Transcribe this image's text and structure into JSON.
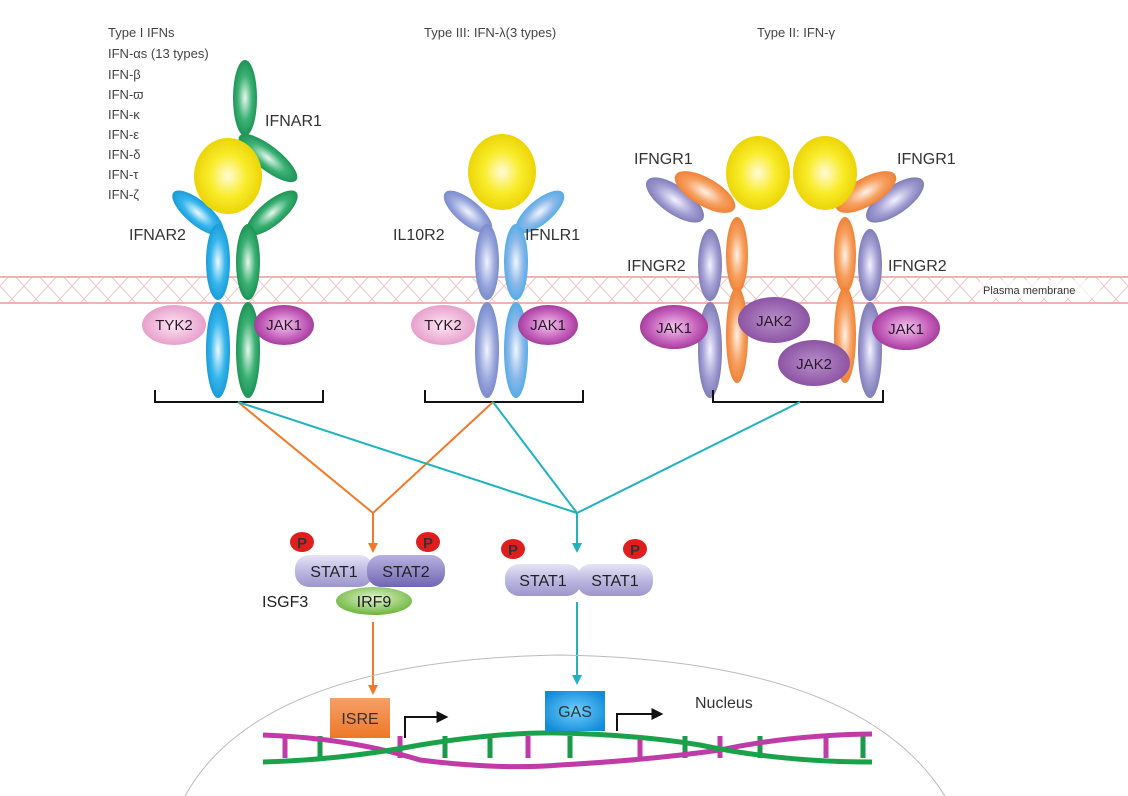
{
  "title": "Interferon signaling pathways",
  "headers": {
    "type1": "Type I IFNs",
    "type3": "Type III: IFN-λ(3 types)",
    "type2": "Type II: IFN-γ"
  },
  "type1_list": [
    "IFN-αs (13 types)",
    "IFN-β",
    "IFN-ϖ",
    "IFN-κ",
    "IFN-ε",
    "IFN-δ",
    "IFN-τ",
    "IFN-ζ"
  ],
  "receptors": {
    "ifnar1": "IFNAR1",
    "ifnar2": "IFNAR2",
    "il10r2": "IL10R2",
    "ifnlr1": "IFNLR1",
    "ifngr1_left": "IFNGR1",
    "ifngr1_right": "IFNGR1",
    "ifngr2_left": "IFNGR2",
    "ifngr2_right": "IFNGR2"
  },
  "membrane_label": "Plasma membrane",
  "kinases": {
    "tyk2_a": "TYK2",
    "jak1_a": "JAK1",
    "tyk2_b": "TYK2",
    "jak1_b": "JAK1",
    "jak1_c": "JAK1",
    "jak2_a": "JAK2",
    "jak2_b": "JAK2",
    "jak1_d": "JAK1"
  },
  "complexes": {
    "isgf3": {
      "stat_a": "STAT1",
      "stat_b": "STAT2",
      "irf9": "IRF9",
      "label": "ISGF3",
      "p": "P"
    },
    "gaf": {
      "stat_a": "STAT1",
      "stat_b": "STAT1",
      "p": "P"
    }
  },
  "nucleus": {
    "label": "Nucleus",
    "isre": "ISRE",
    "gas": "GAS"
  },
  "colors": {
    "type1_path": "#f07a2a",
    "type2_path": "#1fb3bf",
    "ligand": "#f6e400",
    "ifnar1": "#1a9a5a",
    "ifnar2": "#1aa6e0",
    "lambda_r": "#8f9fd6",
    "gamma_r1": "#f08a3a",
    "gamma_r2": "#8a86c0",
    "jak1": "#a83fa0",
    "jak2": "#8a4a9e",
    "tyk2": "#e79ac7",
    "phospho": "#e01e1e",
    "irf9": "#7cc04a",
    "isre": "#f07a2a",
    "gas": "#1b9ae0"
  }
}
